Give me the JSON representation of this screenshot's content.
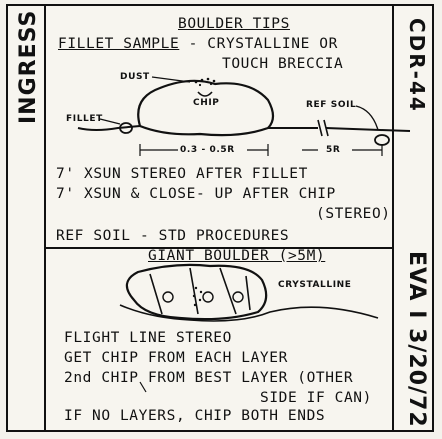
{
  "side_labels": {
    "left": "INGRESS",
    "right_top": "CDR-44",
    "right_bottom": "EVA I 3/20/72"
  },
  "top_section": {
    "title": "BOULDER TIPS",
    "line1_a": "FILLET SAMPLE",
    "line1_b": " - CRYSTALLINE OR",
    "line2": "TOUCH BRECCIA",
    "sketch_labels": {
      "dust": "DUST",
      "chip": "CHIP",
      "fillet": "FILLET",
      "ref_soil": "REF SOIL",
      "dist1": "0.3 - 0.5R",
      "dist2": "5R"
    },
    "instructions": [
      "7' XSUN STEREO AFTER FILLET",
      "7' XSUN & CLOSE- UP AFTER CHIP",
      "(STEREO)",
      "REF SOIL - STD PROCEDURES"
    ]
  },
  "bottom_section": {
    "title": "GIANT BOULDER (>5M)",
    "crystalline": "CRYSTALLINE",
    "instructions": [
      "FLIGHT LINE STEREO",
      "GET CHIP FROM EACH LAYER",
      "2nd CHIP FROM BEST LAYER (OTHER",
      "SIDE IF CAN)",
      "IF NO LAYERS, CHIP BOTH ENDS"
    ]
  }
}
